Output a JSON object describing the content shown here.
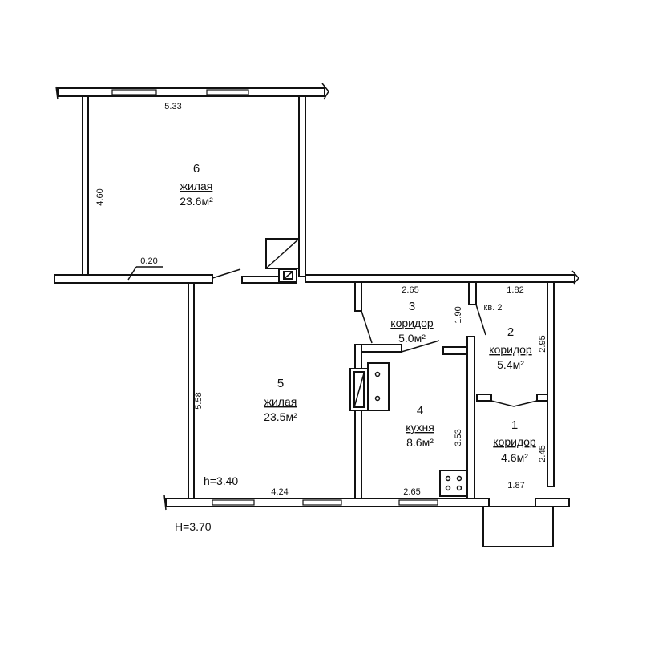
{
  "rooms": [
    {
      "number": "1",
      "type": "коридор",
      "area": "4.6м²"
    },
    {
      "number": "2",
      "type": "коридор",
      "area": "5.4м²"
    },
    {
      "number": "3",
      "type": "коридор",
      "area": "5.0м²"
    },
    {
      "number": "4",
      "type": "кухня",
      "area": "8.6м²"
    },
    {
      "number": "5",
      "type": "жилая",
      "area": "23.5м²"
    },
    {
      "number": "6",
      "type": "жилая",
      "area": "23.6м²"
    }
  ],
  "dimensions": {
    "r6_width": "5.33",
    "r6_height": "4.60",
    "wall": "0.20",
    "r3_width": "2.65",
    "r3_height": "1.90",
    "r2_width": "1.82",
    "r2_height": "2.95",
    "r5_height": "5.58",
    "r5_width": "4.24",
    "r4_width": "2.65",
    "r4_height": "3.53",
    "r1_width": "1.87",
    "r1_height": "2.45"
  },
  "labels": {
    "apartment": "кв. 2",
    "room_height": "h=3.40",
    "building_height": "H=3.70"
  }
}
